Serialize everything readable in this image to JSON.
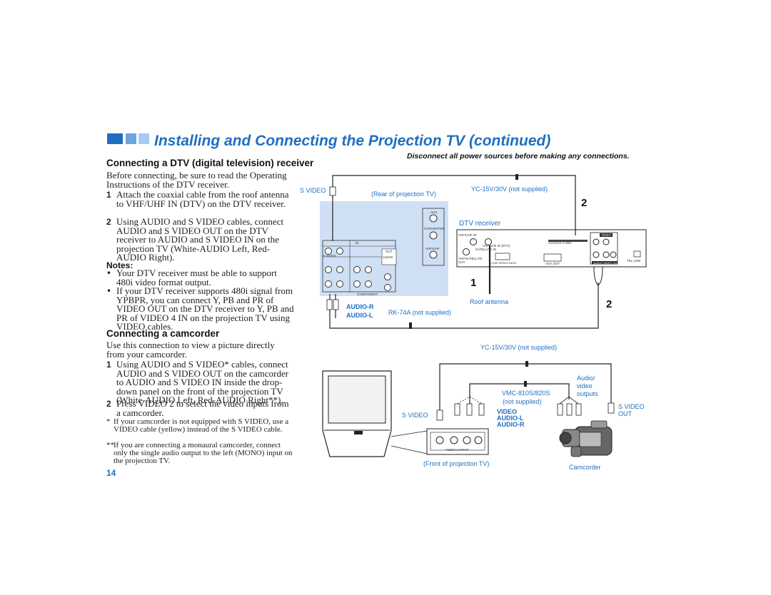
{
  "header": {
    "title": "Installing and Connecting the Projection TV (continued)",
    "warning": "Disconnect all power sources before making any connections."
  },
  "dtv": {
    "heading": "Connecting a DTV (digital television) receiver",
    "intro": "Before connecting, be sure to read the Operating Instructions of the DTV receiver.",
    "steps": [
      {
        "num": "1",
        "text": "Attach the coaxial cable from the roof antenna to VHF/UHF IN (DTV) on the DTV receiver."
      },
      {
        "num": "2",
        "text": "Using AUDIO and S VIDEO cables, connect AUDIO and S VIDEO OUT on the DTV receiver to AUDIO and S VIDEO IN on the projection TV (White-AUDIO Left, Red-AUDIO Right)."
      }
    ],
    "notes_heading": "Notes:",
    "notes": [
      "Your DTV receiver must be able to support 480i video format output.",
      "If your DTV receiver supports 480i signal from YPBPR, you can connect Y, PB and PR of VIDEO OUT on the DTV receiver to Y, PB and PR of VIDEO 4 IN on the projection TV using VIDEO cables."
    ]
  },
  "camcorder": {
    "heading": "Connecting a camcorder",
    "intro": "Use this connection to view a picture directly from your camcorder.",
    "steps": [
      {
        "num": "1",
        "text": "Using AUDIO and S VIDEO* cables, connect AUDIO and S VIDEO OUT on the camcorder to AUDIO and S VIDEO IN inside the drop-down panel on the front of the projection TV (White-AUDIO Left, Red-AUDIO Right**)."
      },
      {
        "num": "2",
        "text": "Press VIDEO 2 to select the video inputs from a camcorder."
      }
    ],
    "footnotes": [
      {
        "mark": "*",
        "text": "If your camcorder is not equipped with S VIDEO, use a VIDEO cable (yellow) instead of the S VIDEO cable."
      },
      {
        "mark": "**",
        "text": "If you are connecting a monaural camcorder, connect only the single audio output to the left (MONO) input on the projection TV."
      }
    ]
  },
  "page_number": "14",
  "diagram1": {
    "s_video": "S VIDEO",
    "rear_tv": "(Rear of projection TV)",
    "yc_cable": "YC-15V/30V (not supplied)",
    "dtv_receiver": "DTV receiver",
    "roof_antenna": "Roof antenna",
    "audio_r": "AUDIO-R",
    "audio_l": "AUDIO-L",
    "rk_cable": "RK-74A (not supplied)",
    "step2_top": "2",
    "step1": "1",
    "step2_right": "2",
    "panel_labels": {
      "aux": "AUX",
      "converter": "CONVERTER",
      "vhf_uhf": "VHF/UHF",
      "in": "IN",
      "out": "OUT",
      "audio": "AUDIO",
      "svideo_small": "S VIDEO",
      "component": "COMPONENT",
      "vhf_uhf_in": "VHF/UHF IN",
      "vhf_uhf_in_dtv": "VHF/UHF IN (DTV)",
      "satellite_in": "SATELLITE IN",
      "vhf_satellite_out": "VHF/SATELLITE OUT",
      "low_speed_data": "LOW SPEED DATA",
      "vga_out": "VGA OUT",
      "access_card": "ACCESS CARD",
      "tel_line": "TEL LINE",
      "video": "VIDEO",
      "audio_video_out": "AUDIO VIDEO OUT"
    }
  },
  "diagram2": {
    "yc_cable": "YC-15V/30V (not supplied)",
    "vmc_cable": "VMC-810S/820S",
    "not_supplied": "(not supplied)",
    "audio_video_outputs": "Audio/ video outputs",
    "s_video_out": "S VIDEO OUT",
    "s_video": "S VIDEO",
    "video": "VIDEO",
    "audio_l": "AUDIO-L",
    "audio_r": "AUDIO-R",
    "front_tv": "(Front of projection TV)",
    "camcorder": "Camcorder",
    "panel_caption": "VIDEO 2 INPUT"
  },
  "colors": {
    "accent": "#1f6fc2",
    "square_dark": "#1f6fc2",
    "square_mid": "#6aa6e0",
    "square_light": "#a9c9ee",
    "panel_fill": "#cfe0f4"
  }
}
